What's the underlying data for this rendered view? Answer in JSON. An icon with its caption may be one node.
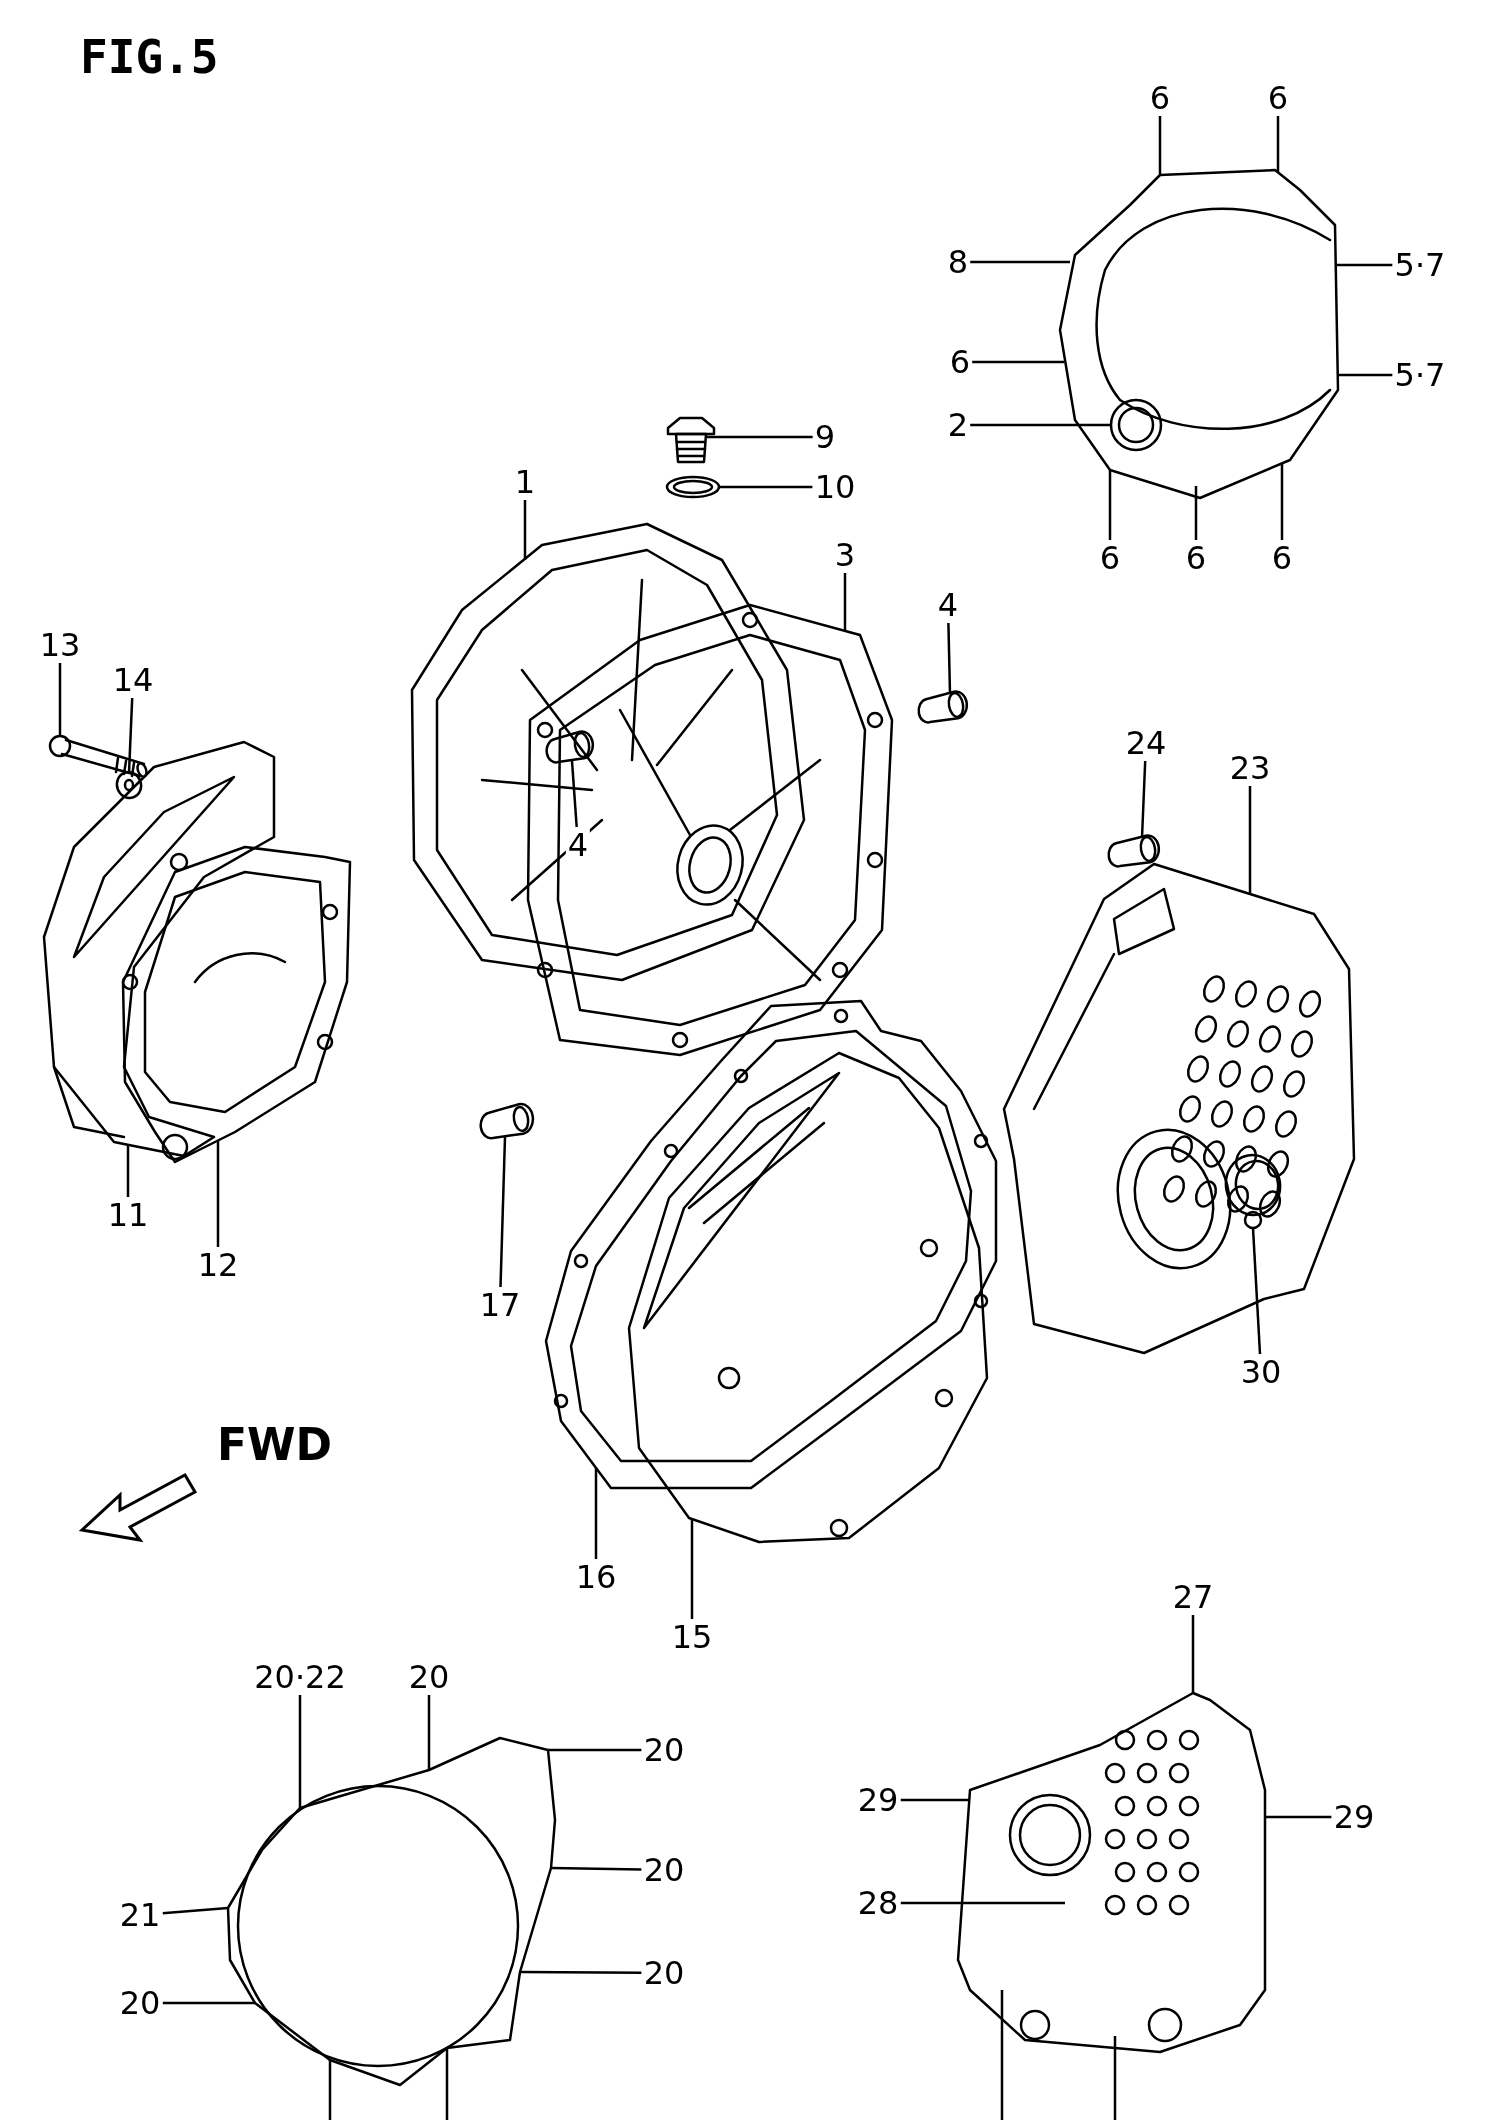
{
  "diagram": {
    "title": "FIG.5",
    "nodes": [
      {
        "text": [
          "6"
        ]
      },
      {
        "text": [
          "6"
        ]
      },
      {
        "text": [
          "8"
        ]
      },
      {
        "text": [
          "5·7"
        ]
      },
      {
        "text": [
          "6"
        ]
      },
      {
        "text": [
          "5·7"
        ]
      },
      {
        "text": [
          "2"
        ]
      },
      {
        "text": [
          "6"
        ]
      },
      {
        "text": [
          "6"
        ]
      },
      {
        "text": [
          "6"
        ]
      },
      {
        "text": [
          "9"
        ]
      },
      {
        "text": [],
        "shape": "picture"
      },
      {
        "text": [
          "10"
        ]
      },
      {
        "text": [],
        "shape": "picture"
      },
      {
        "text": [
          "1"
        ]
      },
      {
        "text": [],
        "shape": "picture"
      },
      {
        "text": [
          "3"
        ]
      },
      {
        "text": [],
        "shape": "picture"
      },
      {
        "text": [
          "4"
        ]
      },
      {
        "text": [],
        "shape": "picture"
      },
      {
        "text": [
          "13"
        ]
      },
      {
        "text": [],
        "shape": "picture"
      },
      {
        "text": [
          "14"
        ]
      },
      {
        "text": [],
        "shape": "picture"
      },
      {
        "text": [],
        "shape": "picture"
      },
      {
        "text": [
          "4"
        ]
      },
      {
        "text": [
          "24"
        ]
      },
      {
        "text": [],
        "shape": "picture"
      },
      {
        "text": [
          "23"
        ]
      },
      {
        "text": [],
        "shape": "picture"
      },
      {
        "text": [],
        "shape": "picture"
      },
      {
        "text": [],
        "shape": "picture"
      },
      {
        "text": [
          "11"
        ]
      },
      {
        "text": [
          "12"
        ]
      },
      {
        "text": [],
        "shape": "picture",
        "in": 29
      },
      {
        "text": [
          "30"
        ]
      },
      {
        "text": [],
        "shape": "picture"
      },
      {
        "text": [
          "17"
        ]
      },
      {
        "text": [],
        "shape": "picture"
      },
      {
        "text": [],
        "shape": "picture"
      },
      {
        "text": [
          "16"
        ]
      },
      {
        "text": [
          "15"
        ]
      },
      {
        "text": [
          "20·22"
        ]
      },
      {
        "text": [
          "20"
        ]
      },
      {
        "text": [
          "20"
        ]
      },
      {
        "text": [
          "21"
        ]
      },
      {
        "text": [
          "20"
        ]
      },
      {
        "text": [
          "20"
        ]
      },
      {
        "text": [
          "20"
        ]
      },
      {
        "text": [
          "27"
        ]
      },
      {
        "text": [
          "29"
        ]
      },
      {
        "text": [
          "29"
        ]
      },
      {
        "text": [
          "28"
        ]
      },
      {
        "text": [],
        "shape": "picture"
      },
      {
        "text": [],
        "shape": "picture",
        "in": 53
      },
      {
        "text": [],
        "shape": "picture"
      },
      {
        "text": [],
        "shape": "picture"
      }
    ],
    "edges": [
      {
        "from": 0,
        "to": 53,
        "arrow": "none"
      },
      {
        "from": 1,
        "to": 53,
        "arrow": "none"
      },
      {
        "from": 2,
        "to": 53,
        "arrow": "none"
      },
      {
        "from": 3,
        "to": 53,
        "arrow": "none"
      },
      {
        "from": 4,
        "to": 53,
        "arrow": "none"
      },
      {
        "from": 5,
        "to": 53,
        "arrow": "none"
      },
      {
        "from": 6,
        "to": 54,
        "arrow": "none"
      },
      {
        "from": 7,
        "to": 53,
        "arrow": "none"
      },
      {
        "from": 8,
        "to": 53,
        "arrow": "none"
      },
      {
        "from": 9,
        "to": 53,
        "arrow": "none"
      },
      {
        "from": 10,
        "to": 11,
        "arrow": "none"
      },
      {
        "from": 12,
        "to": 13,
        "arrow": "none"
      },
      {
        "from": 14,
        "to": 15,
        "arrow": "none"
      },
      {
        "from": 16,
        "to": 17,
        "arrow": "none"
      },
      {
        "from": 18,
        "to": 19,
        "arrow": "none"
      },
      {
        "from": 20,
        "to": 21,
        "arrow": "none"
      },
      {
        "from": 22,
        "to": 23,
        "arrow": "none"
      },
      {
        "from": 25,
        "to": 24,
        "arrow": "none"
      },
      {
        "from": 26,
        "to": 27,
        "arrow": "none"
      },
      {
        "from": 28,
        "to": 29,
        "arrow": "none"
      },
      {
        "from": 32,
        "to": 30,
        "arrow": "none"
      },
      {
        "from": 33,
        "to": 31,
        "arrow": "none"
      },
      {
        "from": 35,
        "to": 34,
        "arrow": "none"
      },
      {
        "from": 37,
        "to": 36,
        "arrow": "none"
      },
      {
        "from": 40,
        "to": 38,
        "arrow": "none"
      },
      {
        "from": 41,
        "to": 39,
        "arrow": "none"
      },
      {
        "from": 42,
        "to": 55,
        "arrow": "none"
      },
      {
        "from": 43,
        "to": 55,
        "arrow": "none"
      },
      {
        "from": 44,
        "to": 55,
        "arrow": "none"
      },
      {
        "from": 45,
        "to": 55,
        "arrow": "none"
      },
      {
        "from": 46,
        "to": 55,
        "arrow": "none"
      },
      {
        "from": 47,
        "to": 55,
        "arrow": "none"
      },
      {
        "from": 48,
        "to": 55,
        "arrow": "none"
      },
      {
        "from": 49,
        "to": 56,
        "arrow": "none"
      },
      {
        "from": 50,
        "to": 56,
        "arrow": "none"
      },
      {
        "from": 51,
        "to": 56,
        "arrow": "none"
      },
      {
        "from": 52,
        "to": 56,
        "arrow": "none"
      },
      {
        "from": null,
        "to": 55,
        "arrow": "none"
      },
      {
        "from": null,
        "to": 55,
        "arrow": "none"
      },
      {
        "from": null,
        "to": 56,
        "arrow": "none"
      },
      {
        "from": null,
        "to": 56,
        "arrow": "none"
      }
    ],
    "labels": [
      "FWD"
    ]
  }
}
